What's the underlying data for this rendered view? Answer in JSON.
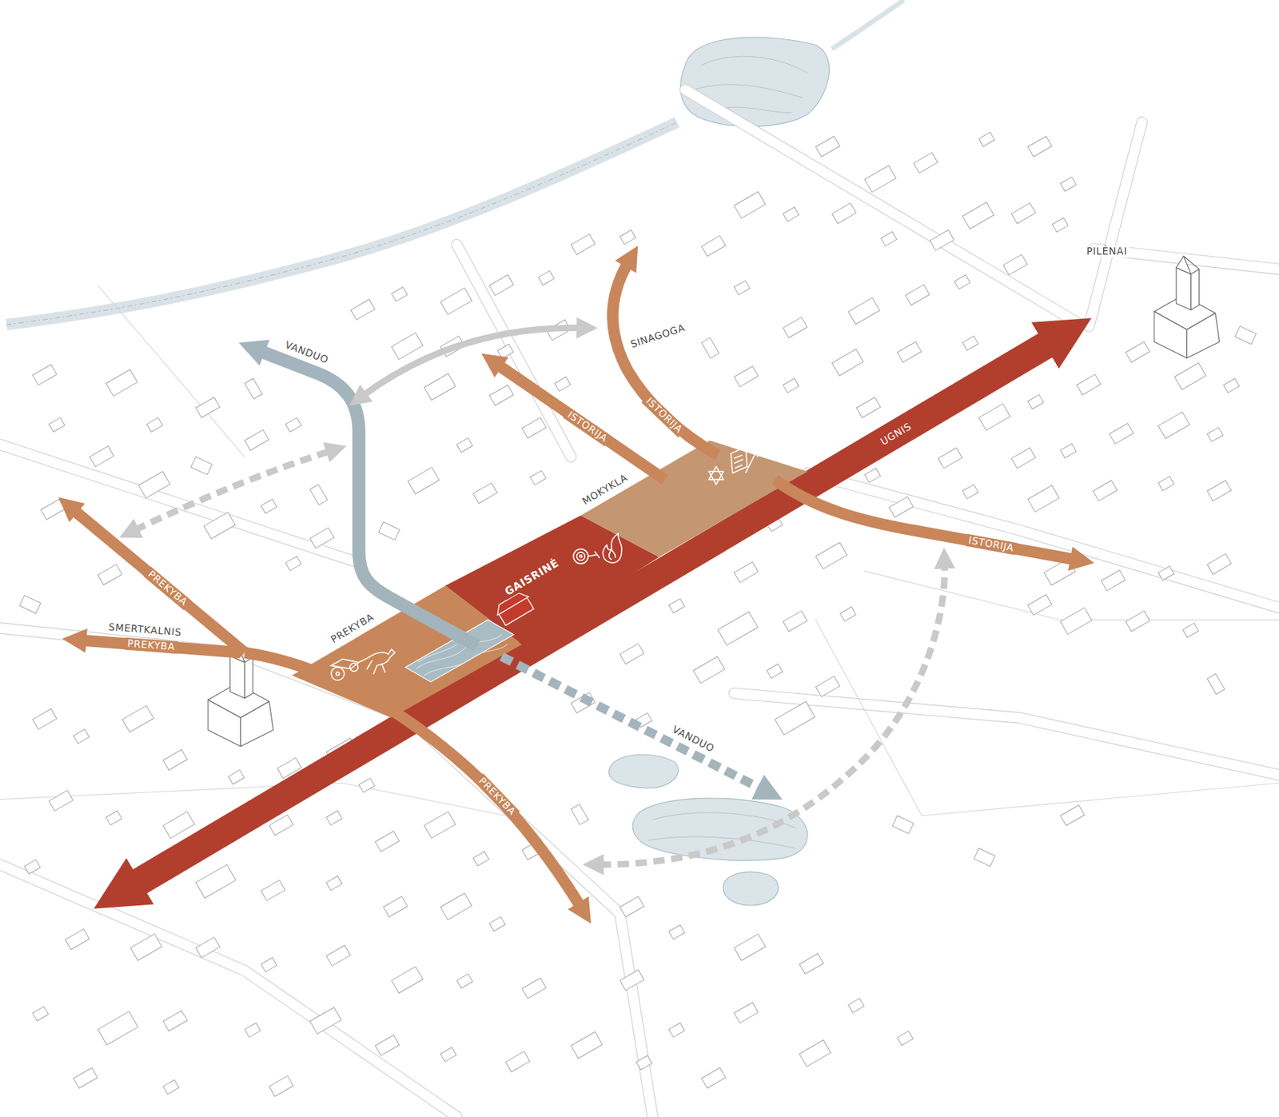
{
  "diagram": {
    "nodes": [
      {
        "text": [
          "PREKYBA"
        ]
      },
      {
        "text": [
          "GAISRINĖ"
        ]
      },
      {
        "text": [
          "MOKYKLA"
        ]
      }
    ],
    "labels": [
      "PILĖNAI",
      "SINAGOGA",
      "VANDUO",
      "ISTORIJA",
      "ISTORIJA",
      "UGNIS",
      "ISTORIJA",
      "PREKYBA",
      "SMERTKALNIS",
      "PREKYBA",
      "VANDUO",
      "PREKYBA"
    ]
  }
}
